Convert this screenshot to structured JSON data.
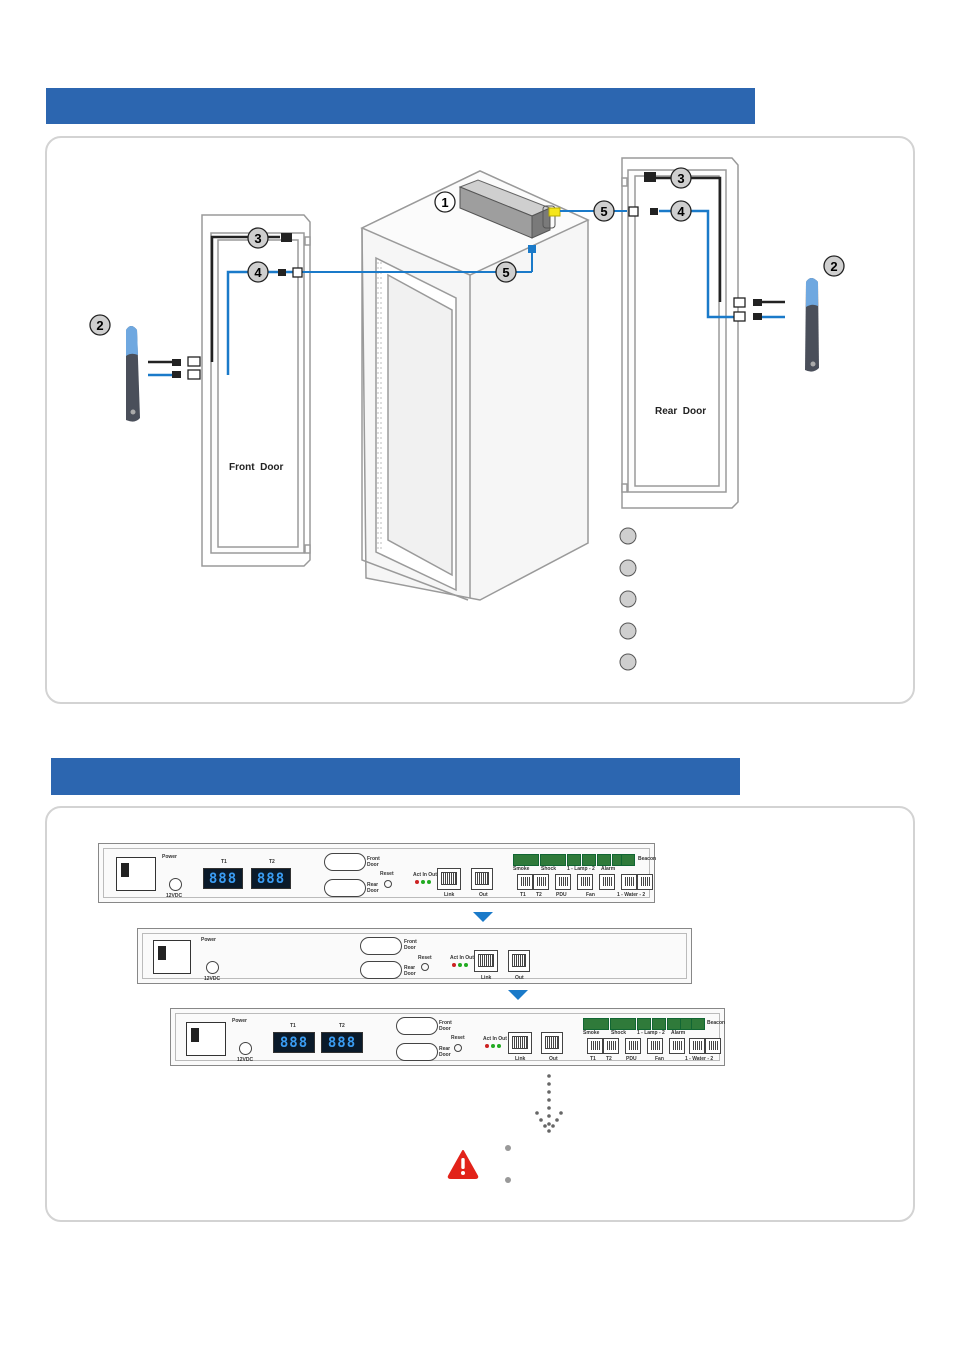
{
  "sections": [
    {
      "banner_text": ""
    },
    {
      "banner_text": ""
    }
  ],
  "diagram": {
    "front_door_label": "Front  Door",
    "rear_door_label": "Rear  Door",
    "callouts": [
      "1",
      "2",
      "3",
      "4",
      "5"
    ],
    "legend_items": [
      "",
      "",
      "",
      "",
      ""
    ]
  },
  "units": {
    "power_label": "Power",
    "dc_label": "12VDC",
    "t1_label": "T1",
    "t2_label": "T2",
    "display_digits": "888",
    "front_door_port": "Front Door",
    "rear_door_port": "Rear Door",
    "reset_label": "Reset",
    "act_in_out_label": "Act In Out",
    "link_label": "Link",
    "out_label": "Out",
    "beacon_label": "Beacon",
    "smoke_label": "Smoke",
    "shock_label": "Shock",
    "lamp_label": "1 - Lamp - 2",
    "alarm_label": "Alarm",
    "pdu_label": "PDU",
    "fan_label": "Fan",
    "water_label": "1 - Water - 2"
  },
  "warning_notes": [
    "",
    ""
  ],
  "colors": {
    "banner": "#2c66b0",
    "cable_blue": "#1a7ac9",
    "cable_black": "#222222",
    "sensor_yellow": "#f5e61c",
    "warning_red": "#e2231a",
    "terminal_green": "#2f7a3a",
    "display_blue": "#3a9cf2"
  }
}
